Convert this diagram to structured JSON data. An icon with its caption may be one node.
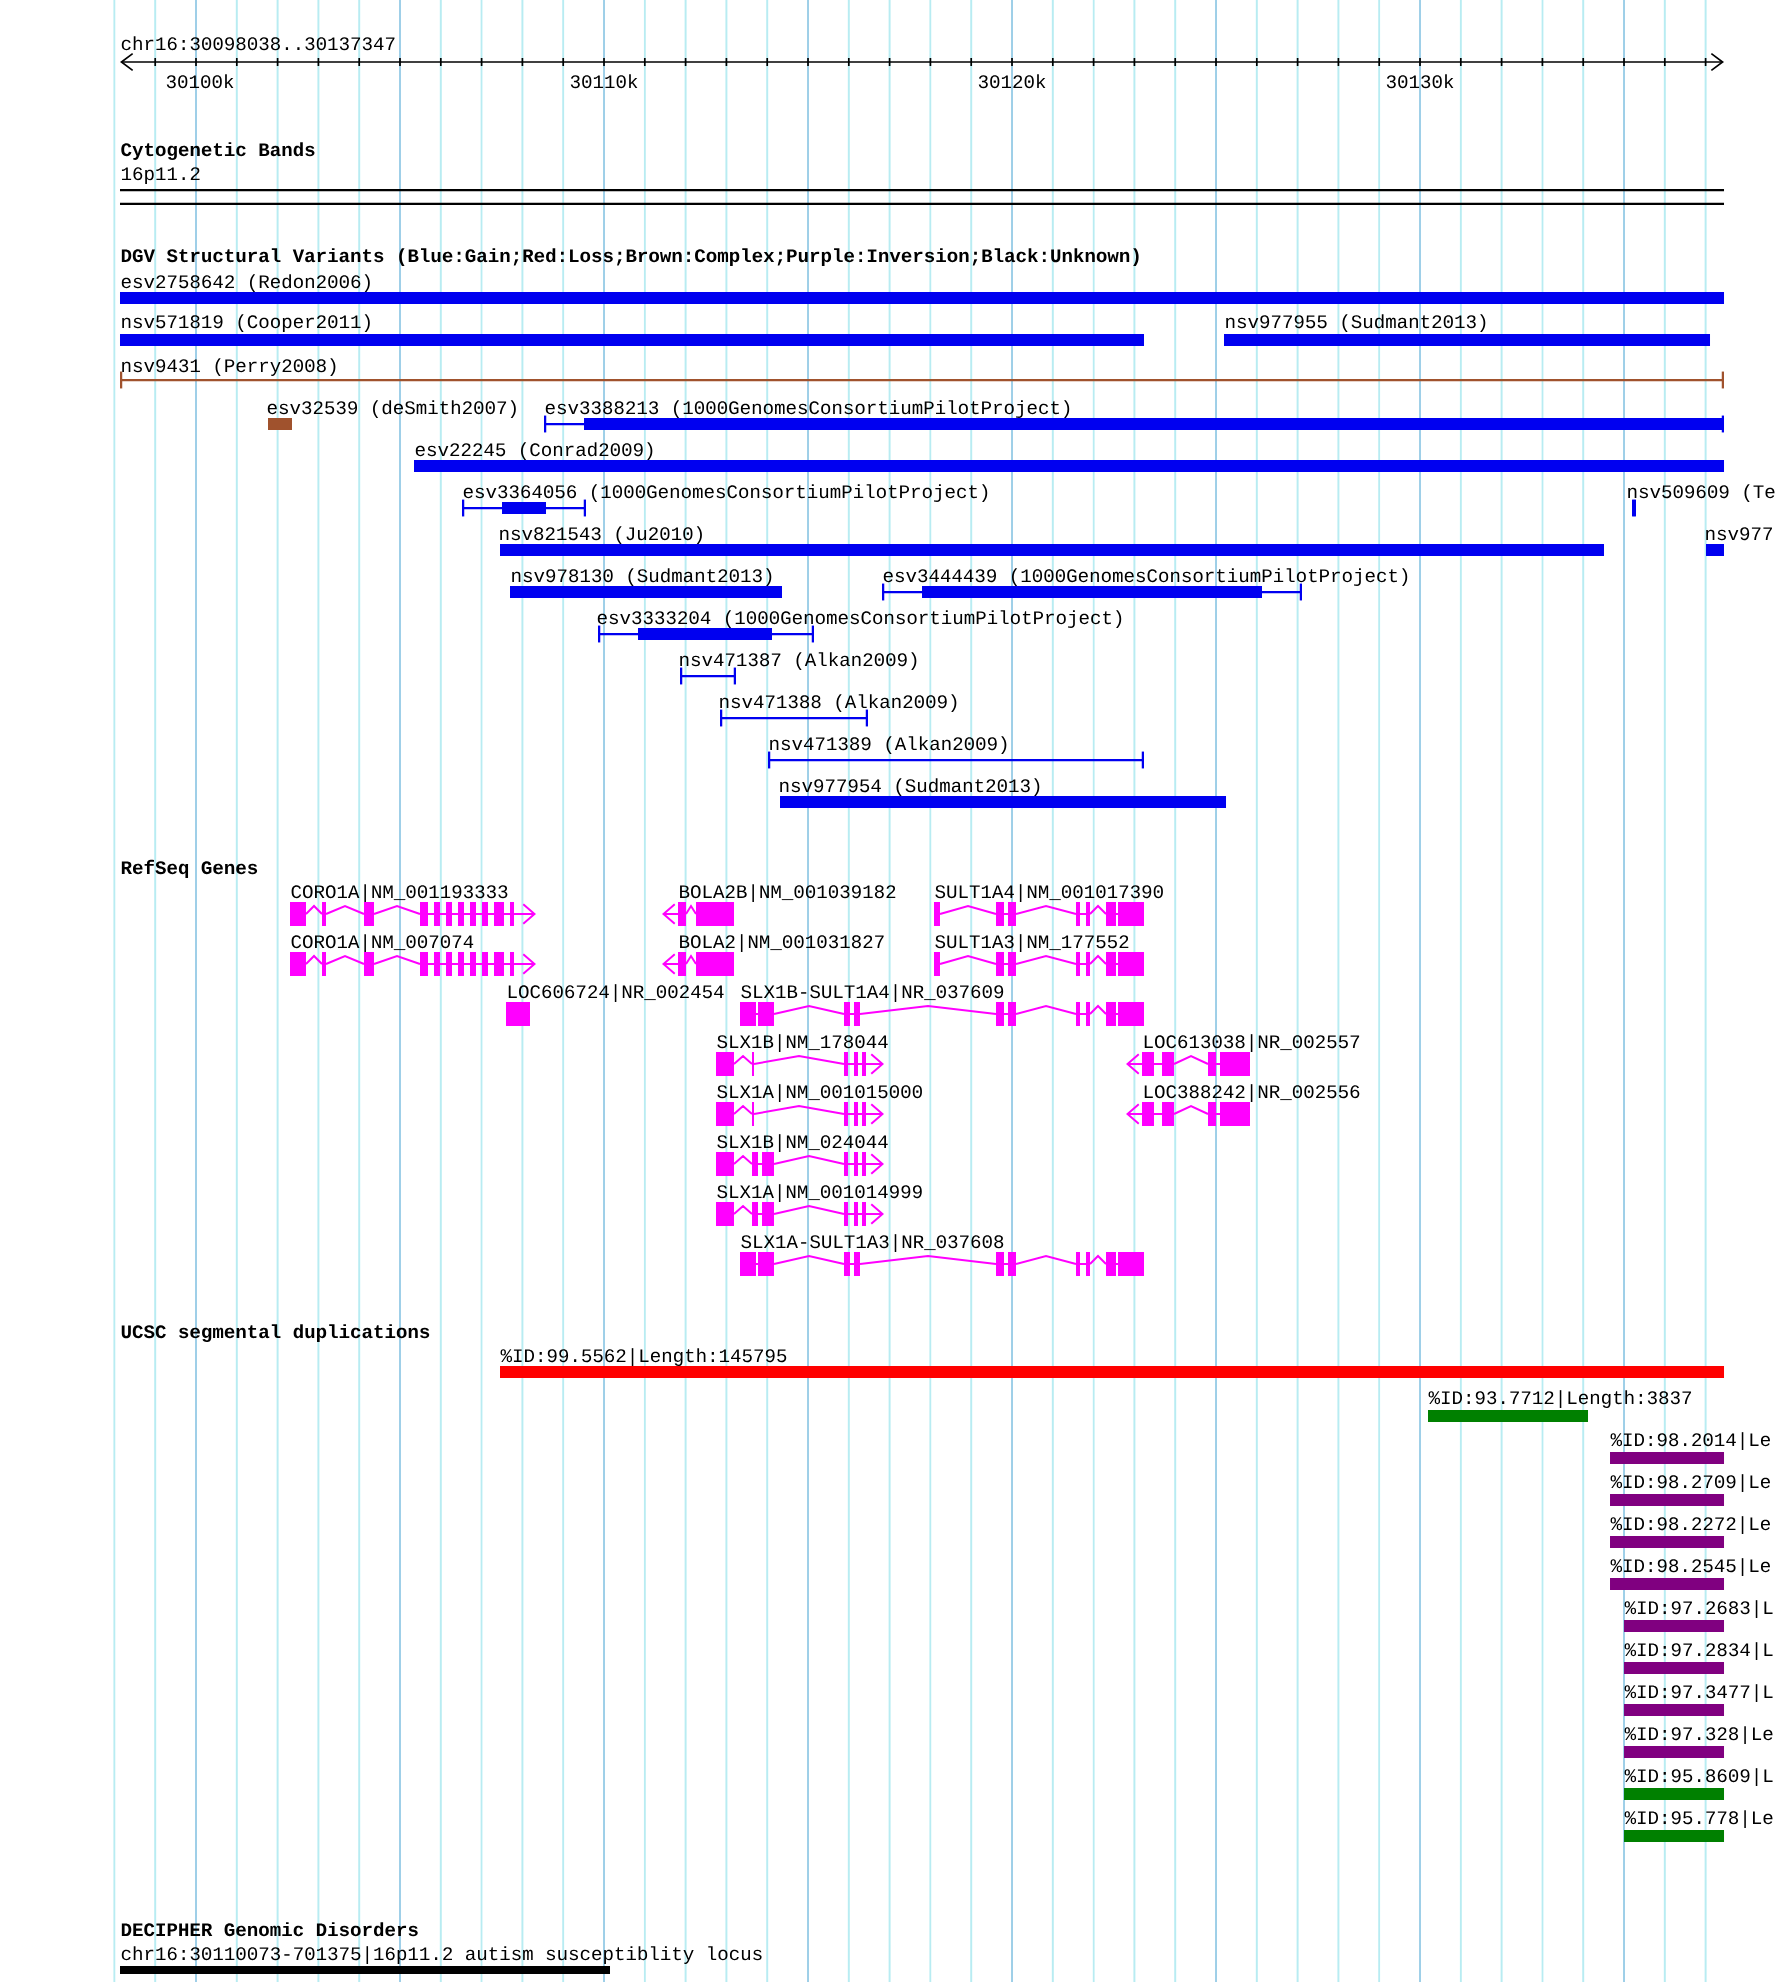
{
  "diagram": {
    "labels": [
      "chr16:30098038..30137347",
      "30100k",
      "30110k",
      "30120k",
      "30130k",
      "Cytogenetic Bands",
      "16p11.2",
      "DGV Structural Variants (Blue:Gain;Red:Loss;Brown:Complex;Purple:Inversion;Black:Unknown)",
      "esv2758642 (Redon2006)",
      "nsv571819 (Cooper2011)",
      "nsv977955 (Sudmant2013)",
      "nsv9431 (Perry2008)",
      "esv32539 (deSmith2007)",
      "esv3388213 (1000GenomesConsortiumPilotProject)",
      "esv22245 (Conrad2009)",
      "esv3364056 (1000GenomesConsortiumPilotProject)",
      "nsv509609 (Te",
      "nsv821543 (Ju2010)",
      "nsv977",
      "nsv978130 (Sudmant2013)",
      "esv3444439 (1000GenomesConsortiumPilotProject)",
      "esv3333204 (1000GenomesConsortiumPilotProject)",
      "nsv471387 (Alkan2009)",
      "nsv471388 (Alkan2009)",
      "nsv471389 (Alkan2009)",
      "nsv977954 (Sudmant2013)",
      "RefSeq Genes",
      "CORO1A|NM_001193333",
      "BOLA2B|NM_001039182",
      "SULT1A4|NM_001017390",
      "CORO1A|NM_007074",
      "BOLA2|NM_001031827",
      "SULT1A3|NM_177552",
      "LOC606724|NR_002454",
      "SLX1B-SULT1A4|NR_037609",
      "SLX1B|NM_178044",
      "LOC613038|NR_002557",
      "SLX1A|NM_001015000",
      "LOC388242|NR_002556",
      "SLX1B|NM_024044",
      "SLX1A|NM_001014999",
      "SLX1A-SULT1A3|NR_037608",
      "UCSC segmental duplications",
      "%ID:99.5562|Length:145795",
      "%ID:93.7712|Length:3837",
      "%ID:98.2014|Le",
      "%ID:98.2709|Le",
      "%ID:98.2272|Le",
      "%ID:98.2545|Le",
      "%ID:97.2683|L",
      "%ID:97.2834|L",
      "%ID:97.3477|L",
      "%ID:97.328|Le",
      "%ID:95.8609|L",
      "%ID:95.778|Le",
      "DECIPHER Genomic Disorders",
      "chr16:30110073-701375|16p11.2 autism susceptiblity locus"
    ]
  }
}
